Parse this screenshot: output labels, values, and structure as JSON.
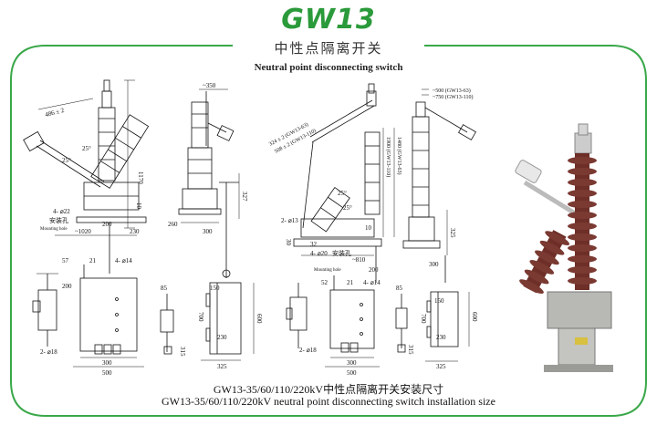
{
  "header": {
    "title": "GW13",
    "subtitle_cn": "中性点隔离开关",
    "subtitle_en": "Neutral point disconnecting switch"
  },
  "colors": {
    "accent": "#2a9a3a",
    "frame": "#3aa84a",
    "insulator": "#7a3a32"
  },
  "drawing_a": {
    "dims": [
      "486 ± 2",
      "25°",
      "25°",
      "1170",
      "10",
      "4- ⌀22",
      "安装孔",
      "Mounting hole",
      "200",
      "~1020",
      "230",
      "57",
      "21",
      "4- ⌀14",
      "200",
      "2- ⌀18",
      "300",
      "500"
    ]
  },
  "drawing_b": {
    "dims": [
      "~350",
      "327",
      "260",
      "300",
      "85",
      "150",
      "700",
      "600",
      "230",
      "325",
      "315"
    ]
  },
  "drawing_c": {
    "dims": [
      "324 ± 2 (GW13-63)",
      "508 ± 2 (GW13-110)",
      "25°",
      "25°",
      "1900 (GW13-110)",
      "1480 (GW13-63)",
      "2- ⌀13",
      "30",
      "10",
      "32",
      "4- ⌀20",
      "安装孔",
      "Mounting hole",
      "~810",
      "200",
      "52",
      "21",
      "4- ⌀14",
      "2- ⌀18",
      "300",
      "500"
    ]
  },
  "drawing_d": {
    "dims": [
      "~500 (GW13-63)",
      "~750 (GW13-110)",
      "325",
      "300",
      "85",
      "150",
      "700",
      "600",
      "230",
      "325",
      "315"
    ]
  },
  "caption": {
    "cn": "GW13-35/60/110/220kV中性点隔离开关安装尺寸",
    "en": "GW13-35/60/110/220kV neutral point disconnecting switch installation size"
  }
}
